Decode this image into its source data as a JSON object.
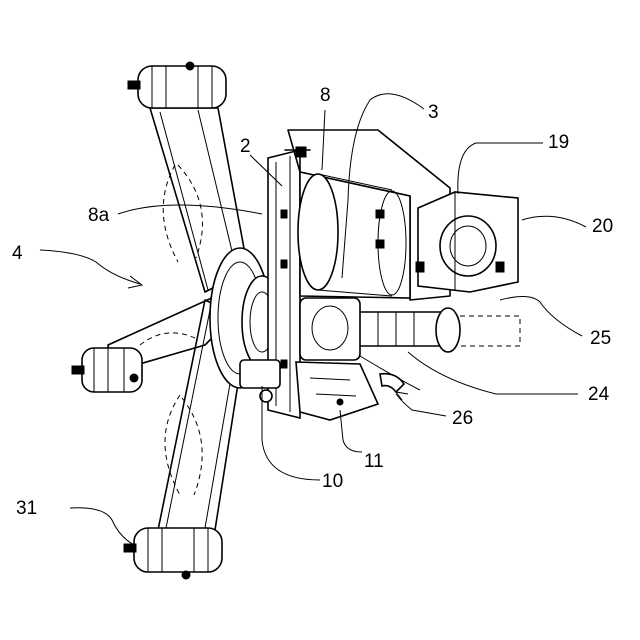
{
  "figure": {
    "reference_numerals": {
      "n2": "2",
      "n3": "3",
      "n4": "4",
      "n8": "8",
      "n8a": "8a",
      "n10": "10",
      "n11": "11",
      "n19": "19",
      "n20": "20",
      "n24": "24",
      "n25": "25",
      "n26": "26",
      "n31": "31"
    }
  }
}
